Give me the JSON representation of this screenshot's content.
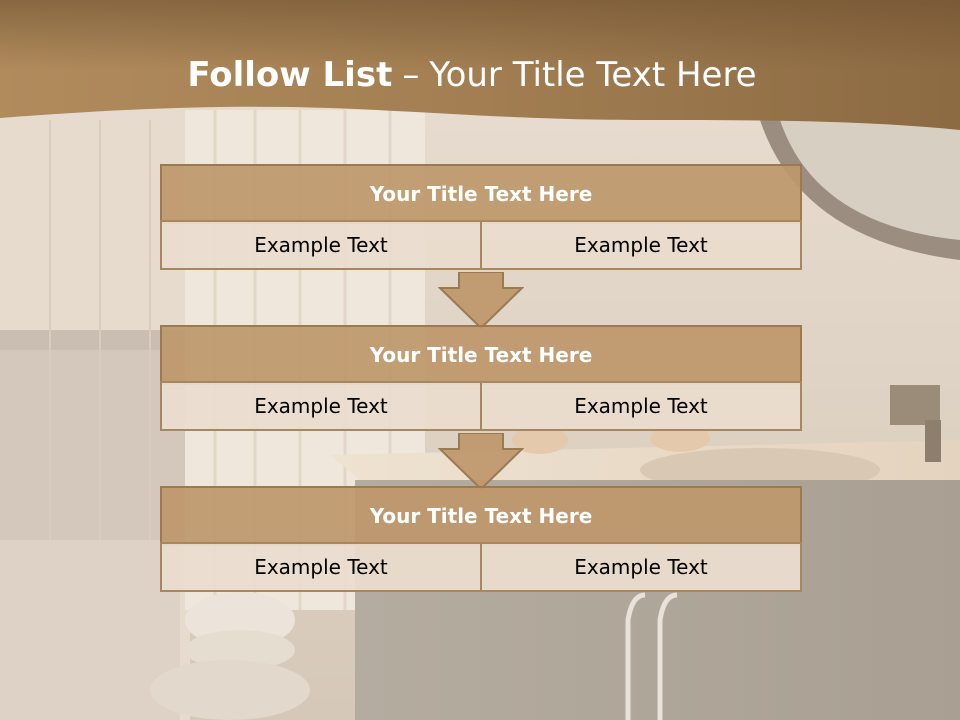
{
  "slide": {
    "title_bold": "Follow List",
    "title_dash": "–",
    "title_rest": "Your Title Text Here"
  },
  "blocks": [
    {
      "title": "Your Title Text Here",
      "left": "Example Text",
      "right": "Example Text"
    },
    {
      "title": "Your Title Text Here",
      "left": "Example Text",
      "right": "Example Text"
    },
    {
      "title": "Your Title Text Here",
      "left": "Example Text",
      "right": "Example Text"
    }
  ],
  "colors": {
    "header_band": "#8a6338",
    "block_title": "#bf9a70",
    "block_cell": "#eadbcb",
    "border": "#9b7a52"
  }
}
